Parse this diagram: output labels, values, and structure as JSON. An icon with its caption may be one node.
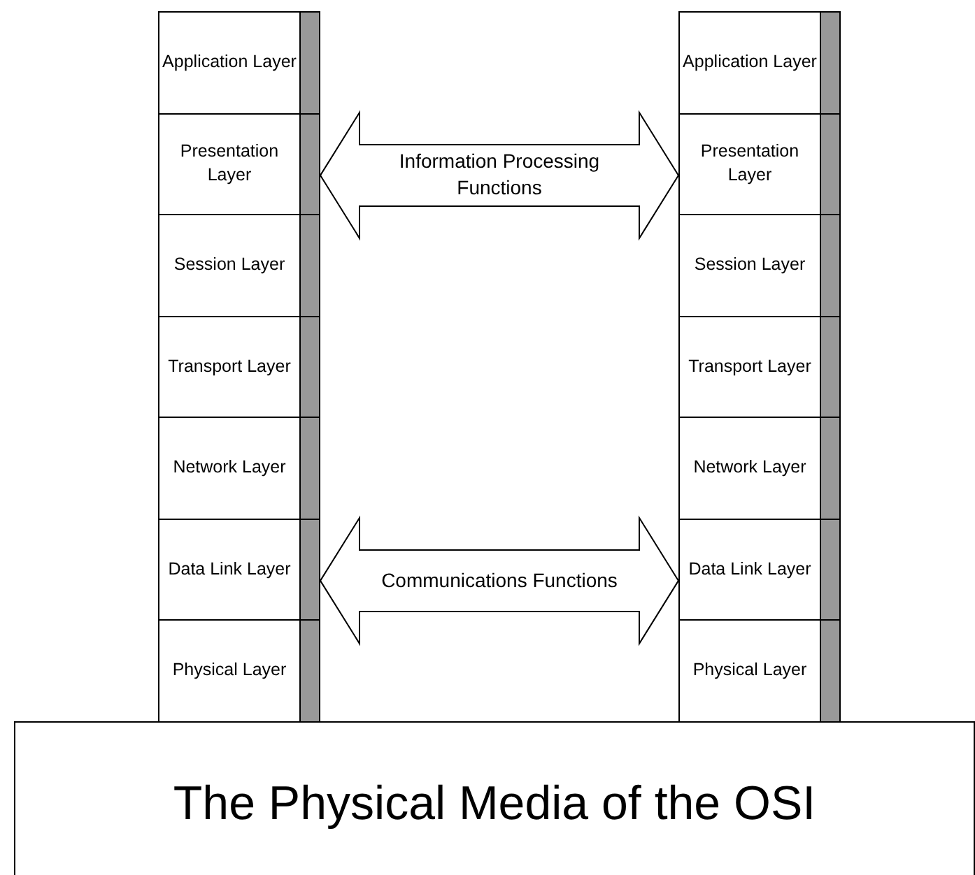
{
  "diagram": {
    "nodes": [
      {
        "text": [
          "Application Layer"
        ]
      },
      {
        "text": [
          "Presentation Layer"
        ]
      },
      {
        "text": [
          "Session Layer"
        ]
      },
      {
        "text": [
          "Transport Layer"
        ]
      },
      {
        "text": [
          "Network Layer"
        ]
      },
      {
        "text": [
          "Data Link Layer"
        ]
      },
      {
        "text": [
          "Physical Layer"
        ]
      },
      {
        "text": [
          "Application Layer"
        ]
      },
      {
        "text": [
          "Presentation Layer"
        ]
      },
      {
        "text": [
          "Session Layer"
        ]
      },
      {
        "text": [
          "Transport Layer"
        ]
      },
      {
        "text": [
          "Network Layer"
        ]
      },
      {
        "text": [
          "Data Link Layer"
        ]
      },
      {
        "text": [
          "Physical Layer"
        ]
      },
      {
        "text": [
          "The Physical Media of the OSI"
        ]
      }
    ],
    "edges": [
      {
        "from": 1,
        "to": 8,
        "arrow": "both",
        "label": "Information Processing Functions"
      },
      {
        "from": 5,
        "to": 12,
        "arrow": "both",
        "label": "Communications Functions"
      }
    ]
  }
}
